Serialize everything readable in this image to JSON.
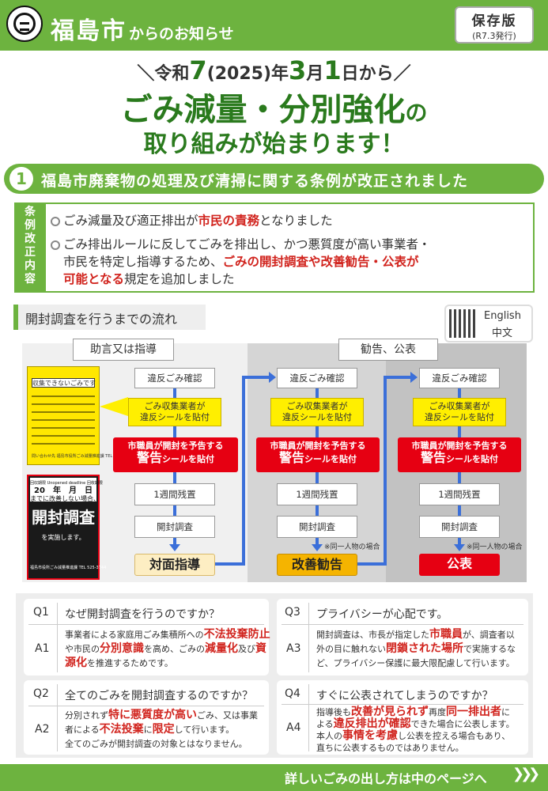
{
  "header": {
    "city": "福島市",
    "city_suffix": "からのお知らせ",
    "save_label": "保存版",
    "save_date": "(R7.3発行)"
  },
  "title": {
    "date_pre": "＼令和",
    "date_num1": "7",
    "date_mid": "(2025)年",
    "date_num2": "3",
    "date_mid2": "月",
    "date_num3": "1",
    "date_post": "日から／",
    "line1": "ごみ減量・分別強化",
    "line1_suffix": "の",
    "line2": "取り組みが始まります！"
  },
  "section1": {
    "number": "1",
    "title": "福島市廃棄物の処理及び清掃に関する条例が改正されました"
  },
  "ordinance": {
    "label": "条例改正内容",
    "b1_pre": "ごみ減量及び適正排出が",
    "b1_red": "市民の責務",
    "b1_post": "となりました",
    "b2_l1": "ごみ排出ルールに反してごみを排出し、かつ悪質度が高い事業者・",
    "b2_l2_pre": "市民を特定し指導するため、",
    "b2_l2_red": "ごみの開封調査や改善勧告・公表が",
    "b2_l3_red": "可能となる",
    "b2_l3_post": "規定を追加しました"
  },
  "flow": {
    "heading": "開封調査を行うまでの流れ",
    "qr": {
      "l1": "English",
      "l2": "中文"
    },
    "phase1": "助言又は指導",
    "phase2": "勧告、公表",
    "step_check": "違反ごみ確認",
    "step_yellow_l1": "ごみ収集業者が",
    "step_yellow_l2": "違反シールを貼付",
    "step_red_l1": "市職員が開封を予告する",
    "step_red_big": "警告",
    "step_red_small": "シールを貼付",
    "step_week": "1週間残置",
    "step_open": "開封調査",
    "res1": "対面指導",
    "res2": "改善勧告",
    "res3": "公表",
    "note": "※同一人物の場合",
    "sticker_y": {
      "title": "収集できないごみです",
      "foot": "問い合わせ先 福島市役所ごみ減量推進課 TEL 525-3744"
    },
    "sticker_r": {
      "top1": "回収期限 Unopened deadline 回收期限",
      "top2": "20　年　月　日",
      "top3": "までに改善しない場合、",
      "big": "開封調査",
      "sub": "を実施します。",
      "foot": "福島市役所ごみ減量推進課 TEL 525-3744"
    }
  },
  "qa": [
    {
      "q": "Q1",
      "question": "なぜ開封調査を行うのですか？",
      "a": "A1",
      "l1_pre": "事業者による家庭用ごみ集積所への",
      "l1_red": "不法投棄防止",
      "l2_pre": "や市民の",
      "l2_red": "分別意識",
      "l2_mid": "を高め、ごみの",
      "l2_red2": "減量化",
      "l2_mid2": "及び",
      "l2_red3": "資",
      "l3_red": "源化",
      "l3_post": "を推進するためです。"
    },
    {
      "q": "Q2",
      "question": "全てのごみを開封調査するのですか？",
      "a": "A2",
      "l1_pre": "分別されず",
      "l1_red": "特に悪質度が高い",
      "l1_post": "ごみ、又は事業",
      "l2_pre": "者による",
      "l2_red": "不法投棄",
      "l2_mid": "に",
      "l2_red2": "限定",
      "l2_post": "して行います。",
      "l3": "全てのごみが開封調査の対象とはなりません。"
    },
    {
      "q": "Q3",
      "question": "プライバシーが心配です。",
      "a": "A3",
      "l1_pre": "開封調査は、市長が指定した",
      "l1_red": "市職員",
      "l1_post": "が、調査者以",
      "l2_pre": "外の目に触れない",
      "l2_red": "閉鎖された場所",
      "l2_post": "で実施するな",
      "l3": "ど、プライバシー保護に最大限配慮して行います。"
    },
    {
      "q": "Q4",
      "question": "すぐに公表されてしまうのですか？",
      "a": "A4",
      "l1_pre": "指導後も",
      "l1_red": "改善が見られず",
      "l1_mid": "再度",
      "l1_red2": "同一排出者",
      "l1_post": "に",
      "l2_pre": "よる",
      "l2_red": "違反排出が確認",
      "l2_post": "できた場合に公表します。",
      "l3_pre": "本人の",
      "l3_red": "事情を考慮",
      "l3_post": "し公表を控える場合もあり、",
      "l4": "直ちに公表するものではありません。"
    }
  ],
  "footer": {
    "text": "詳しいごみの出し方は中のページへ",
    "chevrons": "❯❯❯"
  }
}
